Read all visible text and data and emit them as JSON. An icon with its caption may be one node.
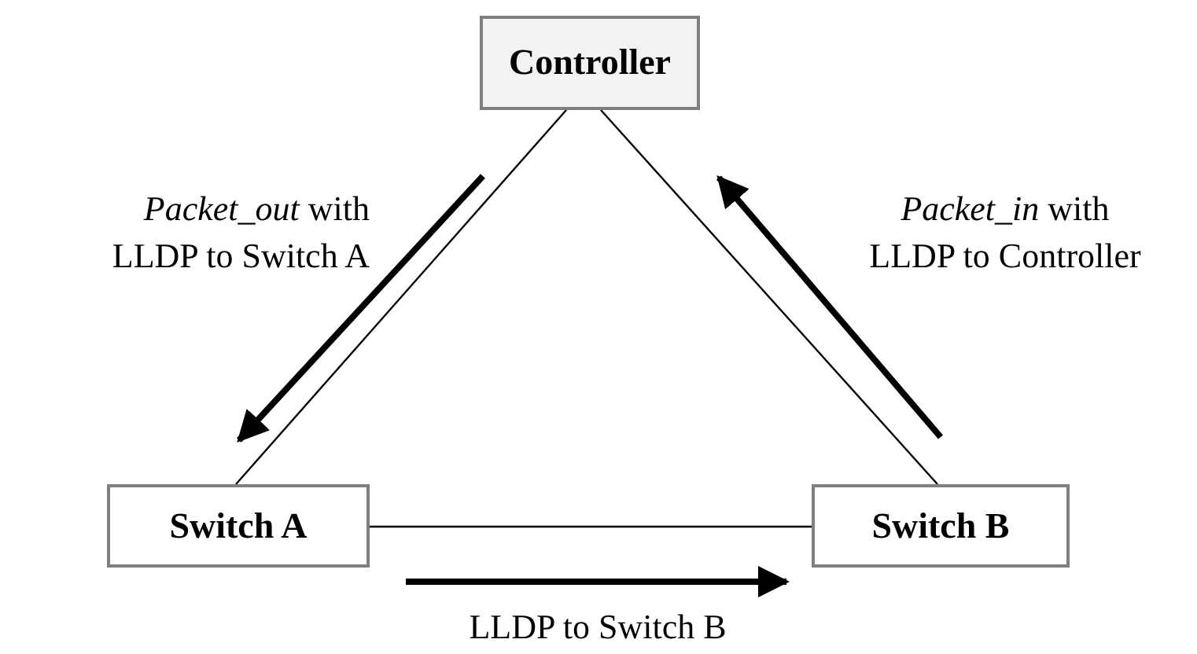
{
  "diagram": {
    "nodes": [
      {
        "text": [
          "Controller"
        ]
      },
      {
        "text": [
          "Switch A"
        ]
      },
      {
        "text": [
          "Switch B"
        ]
      }
    ],
    "edges": [
      {
        "from": 0,
        "to": 1,
        "arrow": "none"
      },
      {
        "from": 0,
        "to": 2,
        "arrow": "none"
      },
      {
        "from": 1,
        "to": 2,
        "arrow": "none"
      }
    ],
    "labels": [
      "*Packet_out* with LLDP to Switch A",
      "*Packet_in* with LLDP to Controller",
      "LLDP to Switch B"
    ]
  }
}
